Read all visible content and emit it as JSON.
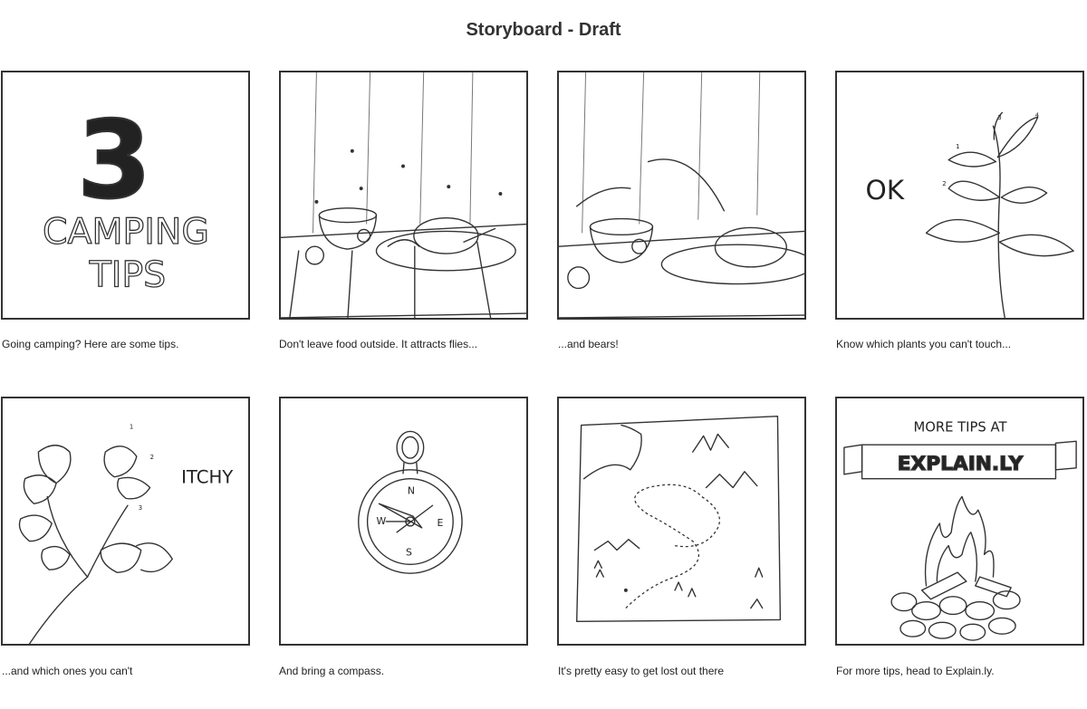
{
  "page": {
    "title": "Storyboard - Draft"
  },
  "panels": [
    {
      "caption": "Going camping? Here are some tips.",
      "art_text": [
        "3",
        "CAMPING",
        "TIPS"
      ]
    },
    {
      "caption": "Don't leave food outside. It attracts flies..."
    },
    {
      "caption": "...and bears!"
    },
    {
      "caption": "Know which plants you can't touch...",
      "art_text": [
        "OK",
        "1",
        "2",
        "3",
        "4"
      ]
    },
    {
      "caption": "...and which ones you can't",
      "art_text": [
        "ITCHY",
        "1",
        "2",
        "3"
      ]
    },
    {
      "caption": "And bring a compass.",
      "art_text": [
        "N",
        "S",
        "E",
        "W"
      ]
    },
    {
      "caption": "It's pretty easy to get lost out there"
    },
    {
      "caption": "For more tips, head to Explain.ly.",
      "art_text": [
        "MORE TIPS AT",
        "EXPLAIN.LY"
      ]
    }
  ]
}
